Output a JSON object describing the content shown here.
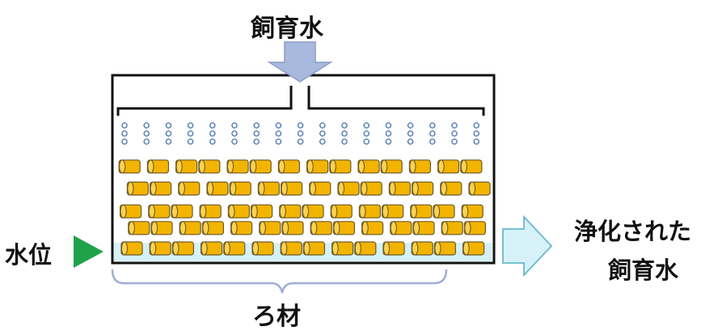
{
  "labels": {
    "inflow": "飼育水",
    "water_level": "水位",
    "outflow_line1": "浄化された",
    "outflow_line2": "飼育水",
    "filter_media": "ろ材"
  },
  "colors": {
    "inflow_arrow": "#a9b9dd",
    "outflow_arrow": "#d6f1f8",
    "water_level_marker": "#1fa34a",
    "filter_media_fill": "#f3b400",
    "water_fill": "#d5f1f8",
    "droplet": "#4d7bb8"
  },
  "icons": {
    "inflow": "down-arrow-icon",
    "water_level": "right-triangle-icon",
    "outflow": "right-arrow-icon",
    "droplet": "water-droplet-icon",
    "filter_media": "cylinder-pellet-icon"
  }
}
